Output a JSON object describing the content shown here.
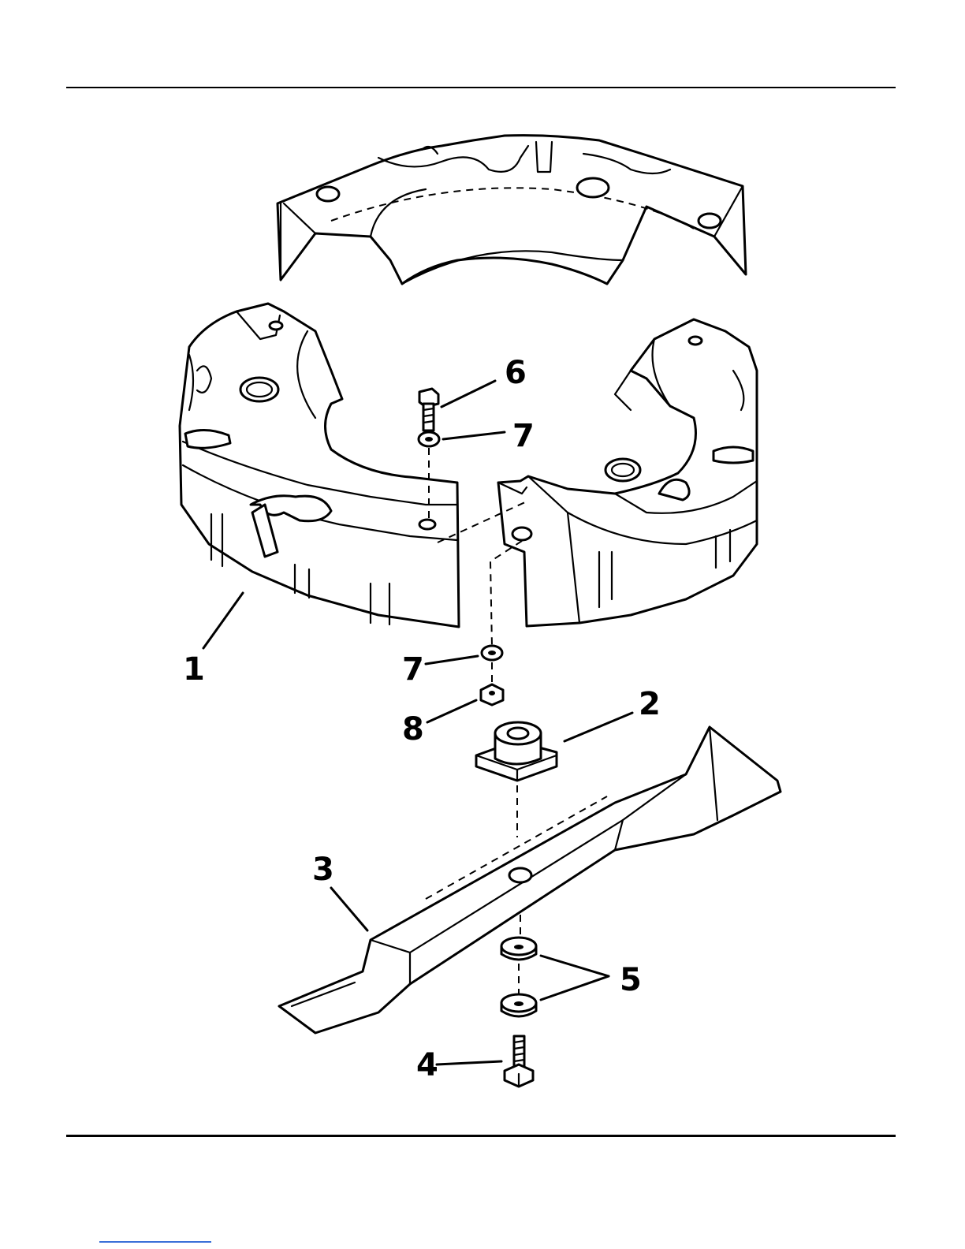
{
  "figure": {
    "callouts": [
      "1",
      "2",
      "3",
      "4",
      "5",
      "6",
      "7",
      "7",
      "8"
    ]
  },
  "parts": [
    {
      "number": "1",
      "name": "weight-housing"
    },
    {
      "number": "2",
      "name": "blade-adapter"
    },
    {
      "number": "3",
      "name": "mower-blade"
    },
    {
      "number": "4",
      "name": "blade-bolt"
    },
    {
      "number": "5",
      "name": "washers"
    },
    {
      "number": "6",
      "name": "cap-screw"
    },
    {
      "number": "7",
      "name": "lock-washer"
    },
    {
      "number": "8",
      "name": "hex-nut"
    }
  ],
  "colors": {
    "ink": "#000000",
    "paper": "#ffffff",
    "link": "#3a6fd8"
  }
}
